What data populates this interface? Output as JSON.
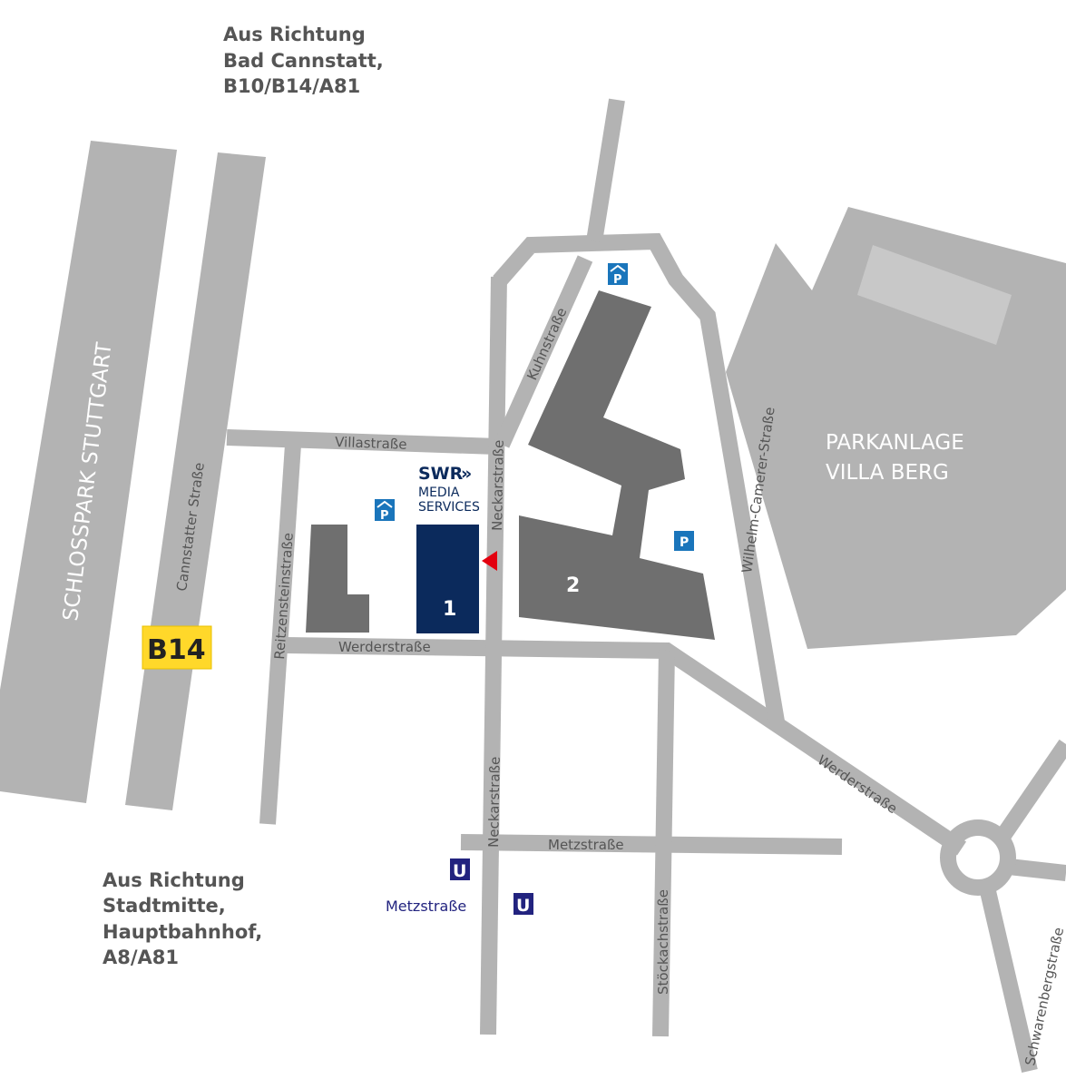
{
  "directions": {
    "north": [
      "Aus Richtung",
      "Bad Cannstatt,",
      "B10/B14/A81"
    ],
    "south": [
      "Aus Richtung",
      "Stadtmitte,",
      "Hauptbahnhof,",
      "A8/A81"
    ]
  },
  "areas": {
    "schlosspark": "SCHLOSSPARK  STUTTGART",
    "park": [
      "PARKANLAGE",
      "VILLA BERG"
    ]
  },
  "streets": {
    "cannstatter": "Cannstatter Straße",
    "villa": "Villastraße",
    "reitzenstein": "Reitzensteinstraße",
    "werder": "Werderstraße",
    "neckar": "Neckarstraße",
    "kuhn": "Kuhnstraße",
    "wilhelm": "Wilhelm-Camerer-Straße",
    "metz": "Metzstraße",
    "stoeckach": "Stöckachstraße",
    "schwarenberg": "Schwarenbergstraße"
  },
  "road_badge": "B14",
  "logo": {
    "brand": "SWR",
    "line1": "MEDIA",
    "line2": "SERVICES"
  },
  "buildings": {
    "b1": "1",
    "b2": "2"
  },
  "parking_label": "P",
  "subway": {
    "label": "U",
    "station": "Metzstraße"
  },
  "colors": {
    "road": "#b3b3b3",
    "building": "#6f6f6f",
    "swr": "#0b2a5c",
    "badge": "#ffd82a",
    "marker": "#e3000f",
    "parking": "#1a75bb",
    "subway": "#22237f"
  }
}
